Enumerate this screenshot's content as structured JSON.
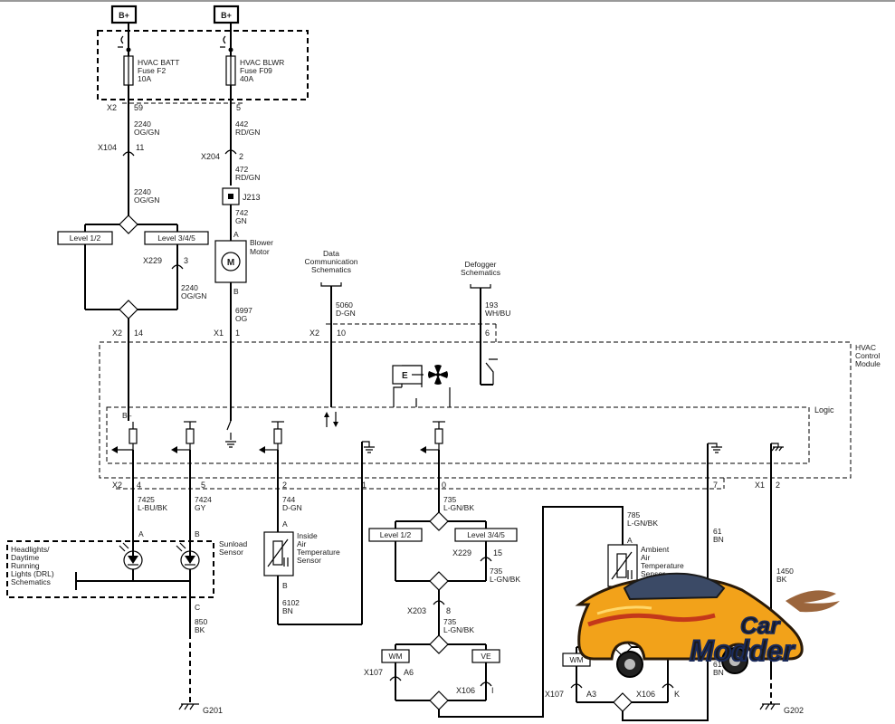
{
  "power": {
    "b1": "B+",
    "b2": "B+"
  },
  "fuses": {
    "f1": [
      "HVAC BATT",
      "Fuse F2",
      "10A"
    ],
    "f2": [
      "HVAC BLWR",
      "Fuse F09",
      "40A"
    ]
  },
  "conn": {
    "x2a": "X2",
    "p59": "59",
    "p5": "5",
    "x104": "X104",
    "p11": "11",
    "x204": "X204",
    "p2": "2",
    "x229a": "X229",
    "p3": "3",
    "x2b": "X2",
    "p14": "14",
    "x1a": "X1",
    "p1": "1",
    "x2c": "X2",
    "p10": "10",
    "p6": "6",
    "x2d": "X2",
    "p4": "4",
    "p5b": "5",
    "p2b": "2",
    "p1b": "1",
    "p0": "0",
    "p7": "7",
    "x1b": "X1",
    "p2c": "2",
    "x229b": "X229",
    "p15": "15",
    "x203": "X203",
    "p8": "8",
    "x107a": "X107",
    "a6": "A6",
    "x106a": "X106",
    "pi": "I",
    "x107b": "X107",
    "a3": "A3",
    "x106b": "X106",
    "pk": "K",
    "j213": "J213"
  },
  "wires": {
    "w2240a": [
      "2240",
      "OG/GN"
    ],
    "w2240b": [
      "2240",
      "OG/GN"
    ],
    "w2240c": [
      "2240",
      "OG/GN"
    ],
    "w442": [
      "442",
      "RD/GN"
    ],
    "w472": [
      "472",
      "RD/GN"
    ],
    "w742": [
      "742",
      "GN"
    ],
    "w6997": [
      "6997",
      "OG"
    ],
    "w5060": [
      "5060",
      "D-GN"
    ],
    "w193": [
      "193",
      "WH/BU"
    ],
    "w7425": [
      "7425",
      "L-BU/BK"
    ],
    "w7424": [
      "7424",
      "GY"
    ],
    "w744": [
      "744",
      "D-GN"
    ],
    "w735a": [
      "735",
      "L-GN/BK"
    ],
    "w735b": [
      "735",
      "L-GN/BK"
    ],
    "w735c": [
      "735",
      "L-GN/BK"
    ],
    "w785": [
      "785",
      "L-GN/BK"
    ],
    "w61a": [
      "61",
      "BN"
    ],
    "w61b": [
      "61",
      "BN"
    ],
    "w1450": [
      "1450",
      "BK"
    ],
    "w6102": [
      "6102",
      "BN"
    ],
    "w850": [
      "850",
      "BK"
    ]
  },
  "levels": {
    "l12a": "Level 1/2",
    "l345a": "Level 3/4/5",
    "l12b": "Level 1/2",
    "l345b": "Level 3/4/5",
    "wm1": "WM",
    "ve": "VE",
    "wm2": "WM"
  },
  "components": {
    "blower": [
      "Blower",
      "Motor"
    ],
    "motor_m": "M",
    "pin_a": "A",
    "pin_b": "B",
    "data_comm": [
      "Data",
      "Communication",
      "Schematics"
    ],
    "defogger": [
      "Defogger",
      "Schematics"
    ],
    "hvac_module": [
      "HVAC",
      "Control",
      "Module"
    ],
    "logic": "Logic",
    "b_minus": "B–",
    "inside_air": [
      "Inside",
      "Air",
      "Temperature",
      "Sensor"
    ],
    "ambient_air": [
      "Ambient",
      "Air",
      "Temperature",
      "Sensor"
    ],
    "sunload": [
      "Sunload",
      "Sensor"
    ],
    "drl": [
      "Headlights/",
      "Daytime",
      "Running",
      "Lights (DRL)",
      "Schematics"
    ],
    "sun_a": "A",
    "sun_b": "B",
    "sun_c": "C",
    "ins_a": "A",
    "ins_b": "B",
    "amb_a": "A",
    "e_label": "E"
  },
  "grounds": {
    "g201": "G201",
    "g202": "G202"
  },
  "watermark": {
    "line1": "Car",
    "line2": "Modder"
  }
}
